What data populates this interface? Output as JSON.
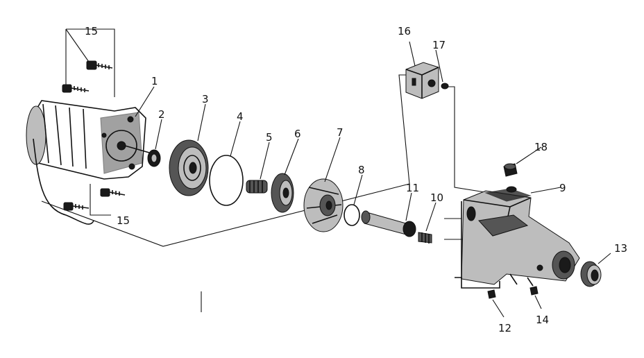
{
  "labels": {
    "l1": "1",
    "l2": "2",
    "l3": "3",
    "l4": "4",
    "l5": "5",
    "l6": "6",
    "l7": "7",
    "l8": "8",
    "l9": "9",
    "l10": "10",
    "l11": "11",
    "l12": "12",
    "l13": "13",
    "l14": "14",
    "l15a": "15",
    "l15b": "15",
    "l16": "16",
    "l17": "17",
    "l18": "18"
  }
}
